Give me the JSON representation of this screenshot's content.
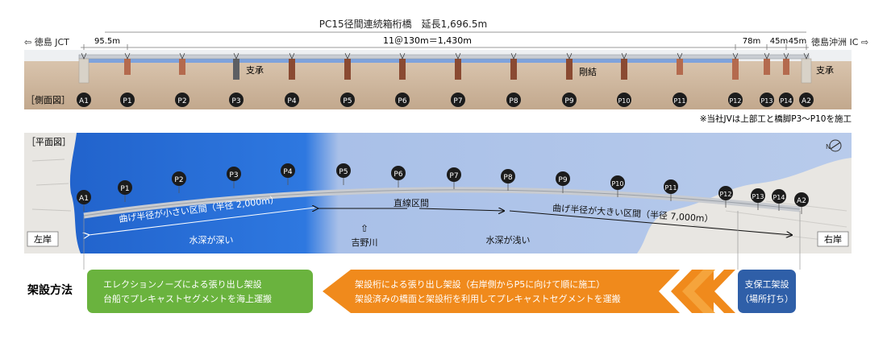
{
  "side_view": {
    "title": "PC15径間連続箱桁橋　延長1,696.5m",
    "left_end": "⇦ 徳島 JCT",
    "right_end": "徳島沖洲 IC ⇨",
    "spans": {
      "first": "95.5m",
      "middle": "11＠130m＝1,430m",
      "p12_p13": "78m",
      "p13_p14": "45m",
      "p14_a2": "45m"
    },
    "labels": {
      "bearing_left": "支承",
      "rigid": "剛結",
      "bearing_right": "支承",
      "section_tag": "［側面図］"
    },
    "note": "※当社JVは上部工と橋脚P3～P10を施工",
    "piers": [
      "A1",
      "P1",
      "P2",
      "P3",
      "P4",
      "P5",
      "P6",
      "P7",
      "P8",
      "P9",
      "P10",
      "P11",
      "P12",
      "P13",
      "P14",
      "A2"
    ]
  },
  "plan_view": {
    "section_tag": "［平面図］",
    "bank_left": "左岸",
    "bank_right": "右岸",
    "zone_left": "曲げ半径が小さい区間（半径 2,000m）",
    "zone_mid": "直線区間",
    "zone_right": "曲げ半径が大きい区間（半径 7,000m）",
    "depth_deep": "水深が深い",
    "depth_shallow": "水深が浅い",
    "river_arrow": "⇧",
    "river": "吉野川",
    "north_mark": "N",
    "piers": [
      "A1",
      "P1",
      "P2",
      "P3",
      "P4",
      "P5",
      "P6",
      "P7",
      "P8",
      "P9",
      "P10",
      "P11",
      "P12",
      "P13",
      "P14",
      "A2"
    ]
  },
  "methods": {
    "title": "架設方法",
    "green_line1": "エレクションノーズによる張り出し架設",
    "green_line2": "台船でプレキャストセグメントを海上運搬",
    "orange_line1": "架設桁による張り出し架設（右岸側からP5に向けて順に施工）",
    "orange_line2": "架設済みの橋面と架設桁を利用してプレキャストセグメントを運搬",
    "blue_line1": "支保工架設",
    "blue_line2": "（場所打ち）"
  },
  "colors": {
    "ground": "#c9b29a",
    "sky_band": "#eef0f2",
    "deep_water": "#2d6fd0",
    "shallow_water": "#b9cbea",
    "green": "#6ab33e",
    "orange": "#f08a1c",
    "blue": "#2f5fa8",
    "pier": "#8a4a32",
    "marker": "#1c1c1c"
  }
}
